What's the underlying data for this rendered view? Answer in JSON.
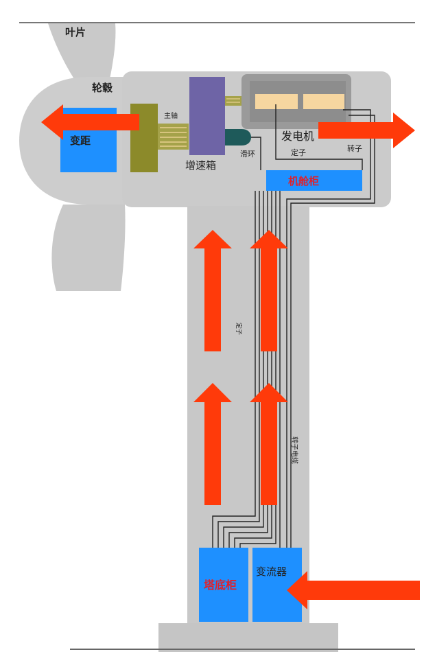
{
  "labels": {
    "blade": "叶片",
    "hub": "轮毂",
    "pitch": "变距",
    "main_shaft": "主轴",
    "gearbox": "增速箱",
    "slip_ring": "滑环",
    "generator": "发电机",
    "stator": "定子",
    "rotor": "转子",
    "nacelle_cabinet": "机舱柜",
    "stator_cable": "定子",
    "rotor_cable": "转子电缆",
    "tower_base_cabinet": "塔底柜",
    "converter": "变流器"
  },
  "colors": {
    "arrow": "#ff3a0a",
    "cabinet": "#1e90ff",
    "body_gray": "#c8c8c8",
    "gearbox": "#6e64a6",
    "shaft": "#8c8a2a",
    "generator": "#9a9a9a",
    "winding": "#f6d6a0"
  }
}
